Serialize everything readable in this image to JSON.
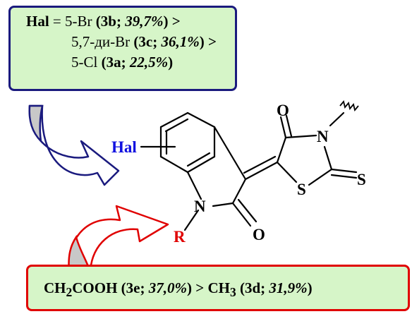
{
  "hal_box": {
    "label": "Hal",
    "eq": " = ",
    "rows": [
      {
        "sub": "5-Br",
        "code": "3b",
        "yield": "39,7%",
        "sep": " >"
      },
      {
        "sub": "5,7-ди-Br",
        "code": "3c",
        "yield": "36,1%",
        "sep": " >"
      },
      {
        "sub": "5-Cl",
        "code": "3a",
        "yield": "22,5%",
        "sep": ""
      }
    ]
  },
  "r_box": {
    "s1_a": "CH",
    "s1_sub": "2",
    "s1_b": "COOH",
    "s1_code": "3e",
    "s1_yield": "37,0%",
    "gt": " > ",
    "s2_a": "CH",
    "s2_sub": "3",
    "s2_code": "3d",
    "s2_yield": "31,9%"
  },
  "structure": {
    "hal": "Hal",
    "n1": "N",
    "n2": "N",
    "o1": "O",
    "o2": "O",
    "s1": "S",
    "s2": "S",
    "r": "R"
  },
  "colors": {
    "box_fill": "#d6f5c8",
    "hal_border": "#1a1a7e",
    "r_border": "#e00000",
    "hal_text": "#1010e0",
    "r_text": "#e00000",
    "arrow_fill": "#c8c8c8"
  }
}
